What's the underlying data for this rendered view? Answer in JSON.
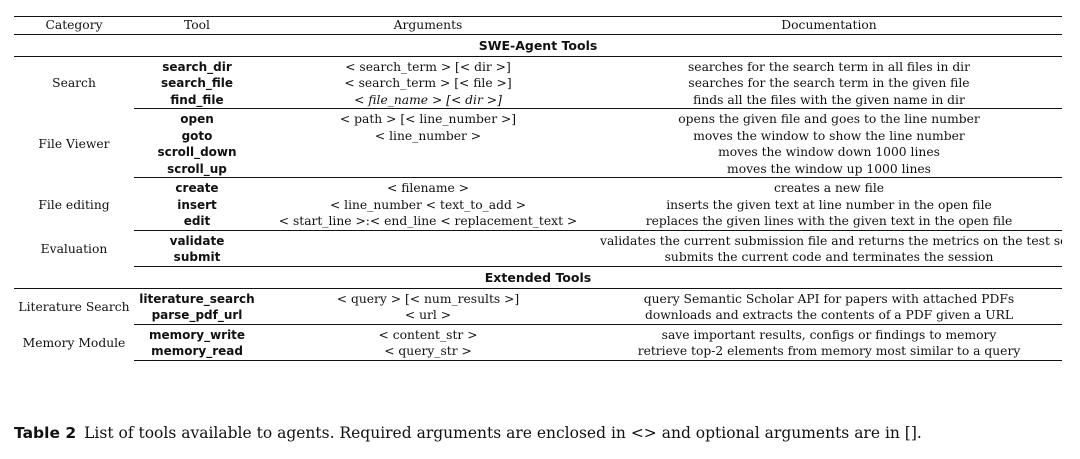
{
  "table": {
    "headers": [
      "Category",
      "Tool",
      "Arguments",
      "Documentation"
    ],
    "sections": [
      {
        "title": "SWE-Agent Tools",
        "groups": [
          {
            "category": "Search",
            "rows": [
              {
                "tool": "search_dir",
                "args": "< search_term > [< dir >]",
                "doc": "searches for the search term in all files in dir"
              },
              {
                "tool": "search_file",
                "args": "< search_term > [< file >]",
                "doc": "searches for the search term in the given file"
              },
              {
                "tool": "find_file",
                "args": "< file_name > [< dir >]",
                "doc": "finds all the files with the given name in dir"
              }
            ]
          },
          {
            "category": "File Viewer",
            "rows": [
              {
                "tool": "open",
                "args": "< path > [< line_number >]",
                "doc": "opens the given file and goes to the line number"
              },
              {
                "tool": "goto",
                "args": "< line_number >",
                "doc": "moves the window to show the line number"
              },
              {
                "tool": "scroll_down",
                "args": "",
                "doc": "moves the window down 1000 lines"
              },
              {
                "tool": "scroll_up",
                "args": "",
                "doc": "moves the window up 1000 lines"
              }
            ]
          },
          {
            "category": "File editing",
            "rows": [
              {
                "tool": "create",
                "args": "< filename >",
                "doc": "creates a new file"
              },
              {
                "tool": "insert",
                "args": "< line_number < text_to_add >",
                "doc": "inserts the given text at line number in the open file"
              },
              {
                "tool": "edit",
                "args": "< start_line >:< end_line < replacement_text >",
                "doc": "replaces the given lines with the given text in the open file"
              }
            ]
          },
          {
            "category": "Evaluation",
            "rows": [
              {
                "tool": "validate",
                "args": "",
                "doc": "validates the current submission file and returns the metrics on the test set"
              },
              {
                "tool": "submit",
                "args": "",
                "doc": "submits the current code and terminates the session"
              }
            ]
          }
        ]
      },
      {
        "title": "Extended Tools",
        "groups": [
          {
            "category": "Literature Search",
            "rows": [
              {
                "tool": "literature_search",
                "args": "< query > [< num_results >]",
                "doc": "query Semantic Scholar API for papers with attached PDFs"
              },
              {
                "tool": "parse_pdf_url",
                "args": "< url >",
                "doc": "downloads and extracts the contents of a PDF given a URL"
              }
            ]
          },
          {
            "category": "Memory Module",
            "rows": [
              {
                "tool": "memory_write",
                "args": "< content_str >",
                "doc": "save important results, configs or findings to memory"
              },
              {
                "tool": "memory_read",
                "args": "< query_str >",
                "doc": "retrieve top-2 elements from memory most similar to a query"
              }
            ]
          }
        ]
      }
    ]
  },
  "caption": {
    "label": "Table 2",
    "text": "List of tools available to agents. Required arguments are enclosed in <> and optional arguments are in []."
  }
}
